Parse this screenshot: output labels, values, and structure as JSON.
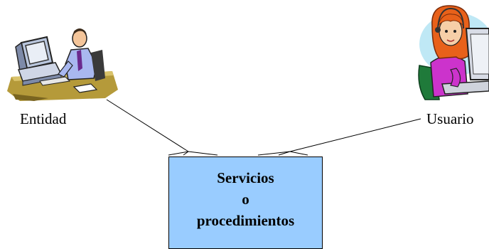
{
  "diagram": {
    "entity_label": "Entidad",
    "user_label": "Usuario",
    "service_box": {
      "line1": "Servicios",
      "line2": "o",
      "line3": "procedimientos"
    }
  },
  "colors": {
    "box_fill": "#99ccff",
    "desk": "#b59a3a",
    "shirt_man": "#a9b8f0",
    "shirt_woman": "#cc33cc",
    "hair_woman": "#e8611a",
    "bubble": "#bfe8f5"
  },
  "icons": [
    "office-worker-clipart-icon",
    "woman-at-computer-clipart-icon"
  ]
}
